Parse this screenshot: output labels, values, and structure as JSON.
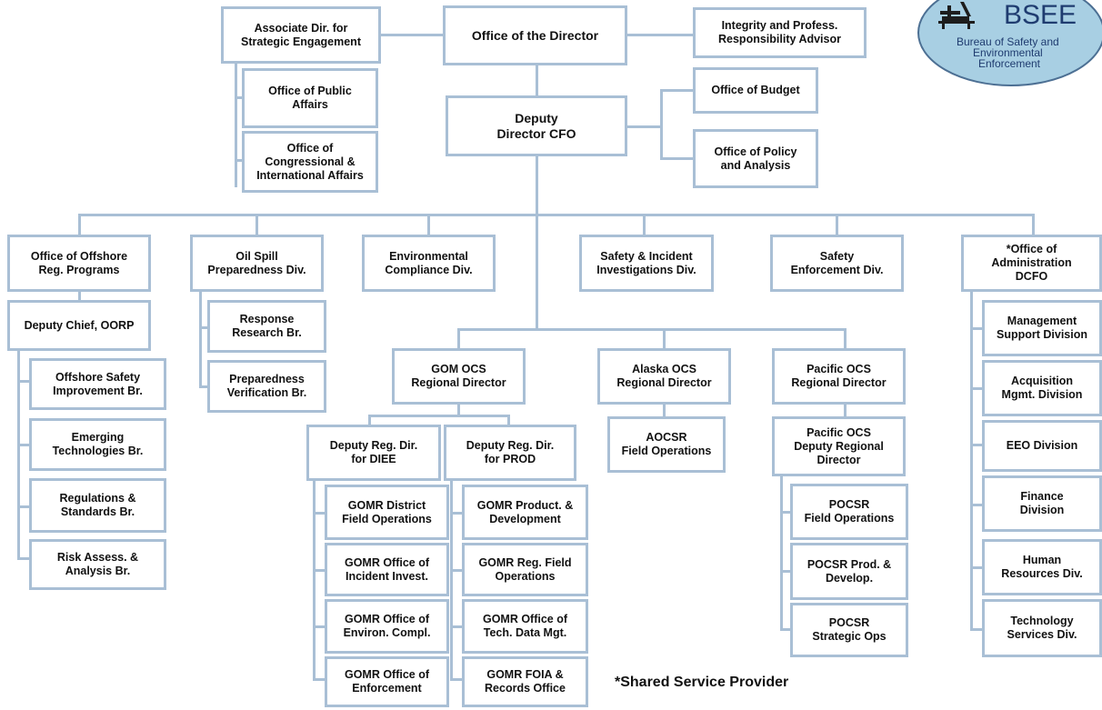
{
  "logo": {
    "acronym": "BSEE",
    "name": "Bureau of Safety and Environmental Enforcement",
    "colors": {
      "ellipse": "#a8cfe3",
      "ring": "#4c6f93",
      "text": "#1f3c70",
      "platform": "#1d1d1d"
    }
  },
  "footnote": "*Shared Service Provider",
  "colors": {
    "border": "#a9bfd5",
    "connector": "#a9bfd5",
    "text": "#111111",
    "background": "#ffffff"
  },
  "director_office": {
    "director": "Office of the Director",
    "associate_dir": "Associate Dir. for\nStrategic Engagement",
    "public_affairs": "Office of Public\nAffairs",
    "congressional": "Office of\nCongressional &\nInternational Affairs",
    "integrity": "Integrity and Profess.\nResponsibility Advisor",
    "deputy_cfo": "Deputy\nDirector CFO",
    "budget": "Office of Budget",
    "policy": "Office of Policy\nand Analysis"
  },
  "divisions": {
    "offshore": "Office of Offshore\nReg. Programs",
    "oil_spill": "Oil Spill\nPreparedness Div.",
    "environmental": "Environmental\nCompliance Div.",
    "safety_incident": "Safety & Incident\nInvestigations Div.",
    "safety_enforcement": "Safety\nEnforcement Div.",
    "administration": "*Office of\nAdministration\nDCFO"
  },
  "oorp": {
    "deputy_chief": "Deputy Chief, OORP",
    "branches": [
      "Offshore Safety\nImprovement Br.",
      "Emerging\nTechnologies Br.",
      "Regulations &\nStandards Br.",
      "Risk Assess. &\nAnalysis Br."
    ]
  },
  "oil_spill_branches": [
    "Response\nResearch Br.",
    "Preparedness\nVerification Br."
  ],
  "regions": {
    "gom": "GOM OCS\nRegional Director",
    "alaska": "Alaska OCS\nRegional Director",
    "pacific": "Pacific OCS\nRegional Director"
  },
  "gom": {
    "diee": "Deputy Reg. Dir.\nfor DIEE",
    "prod": "Deputy Reg. Dir.\nfor PROD",
    "diee_units": [
      "GOMR District\nField Operations",
      "GOMR Office of\nIncident Invest.",
      "GOMR Office of\nEnviron. Compl.",
      "GOMR Office of\nEnforcement"
    ],
    "prod_units": [
      "GOMR Product. &\nDevelopment",
      "GOMR Reg. Field\nOperations",
      "GOMR Office of\nTech. Data Mgt.",
      "GOMR FOIA &\nRecords Office"
    ]
  },
  "alaska_units": [
    "AOCSR\nField Operations"
  ],
  "pacific": {
    "deputy": "Pacific OCS\nDeputy Regional\nDirector",
    "units": [
      "POCSR\nField Operations",
      "POCSR Prod. &\nDevelop.",
      "POCSR\nStrategic Ops"
    ]
  },
  "administration_units": [
    "Management\nSupport Division",
    "Acquisition\nMgmt. Division",
    "EEO Division",
    "Finance\nDivision",
    "Human\nResources Div.",
    "Technology\nServices Div."
  ]
}
